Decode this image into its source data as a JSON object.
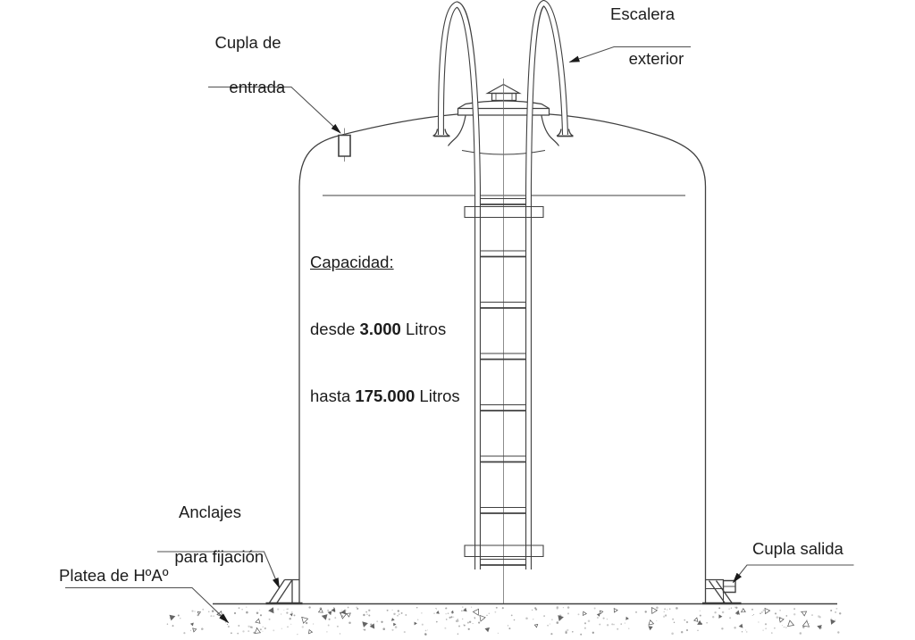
{
  "diagram": {
    "labels": {
      "cupla_entrada": {
        "line1": "Cupla de",
        "line2": "entrada"
      },
      "escalera": {
        "line1": "Escalera",
        "line2": "exterior"
      },
      "capacidad": {
        "heading": "Capacidad:",
        "desde_prefix": "desde",
        "desde_value": "3.000",
        "desde_suffix": "Litros",
        "hasta_prefix": "hasta",
        "hasta_value": "175.000",
        "hasta_suffix": "Litros"
      },
      "anclajes": {
        "line1": "Anclajes",
        "line2": "para fijación"
      },
      "platea": {
        "text": "Platea de HºAº"
      },
      "cupla_salida": {
        "text": "Cupla salida"
      }
    },
    "colors": {
      "background": "#ffffff",
      "line": "#404040",
      "leader": "#4f4f4f",
      "text": "#1c1c1c",
      "ground_speck": "#8f8f8f"
    }
  }
}
